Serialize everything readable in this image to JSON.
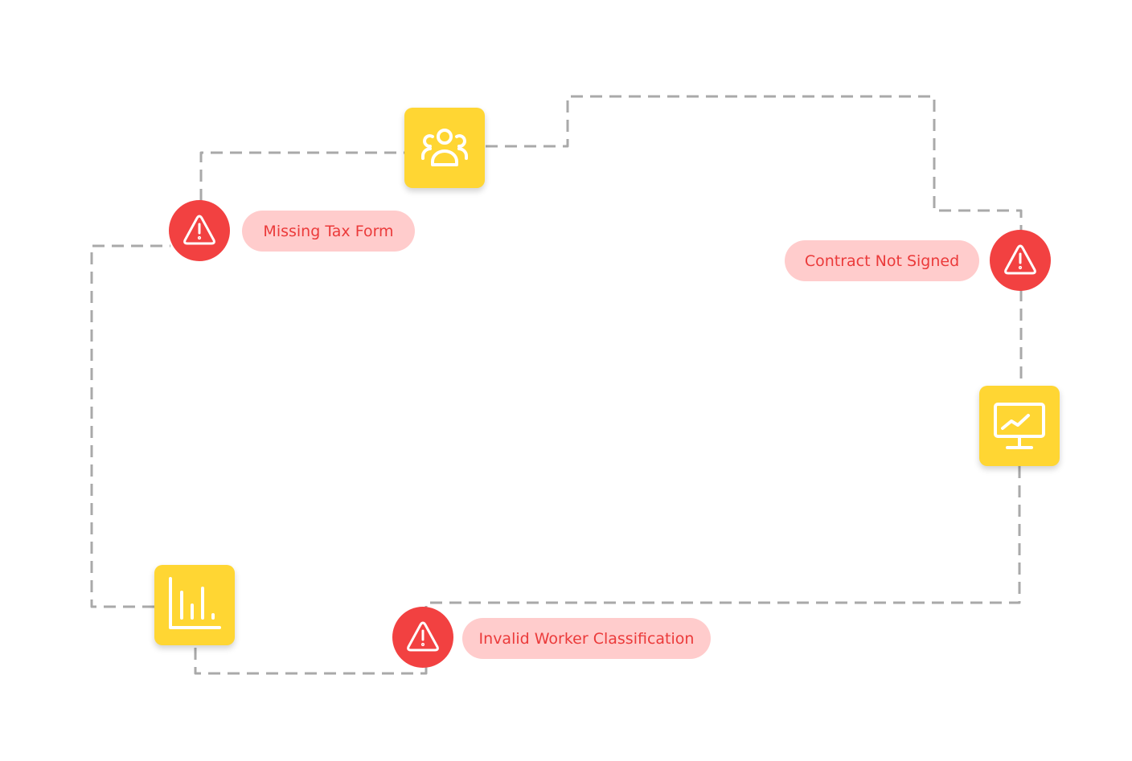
{
  "colors": {
    "node_fill": "#FFD633",
    "alert_fill": "#F24141",
    "pill_fill": "#FFCCCC",
    "pill_text": "#EB3A3A",
    "connector": "#A9A9A9"
  },
  "nodes": [
    {
      "icon": "users-group-icon"
    },
    {
      "icon": "presentation-chart-icon"
    },
    {
      "icon": "bar-chart-icon"
    }
  ],
  "alerts": [
    {
      "icon": "warning-triangle-icon",
      "label": "Missing Tax Form"
    },
    {
      "icon": "warning-triangle-icon",
      "label": "Contract Not Signed"
    },
    {
      "icon": "warning-triangle-icon",
      "label": "Invalid Worker Classification"
    }
  ]
}
